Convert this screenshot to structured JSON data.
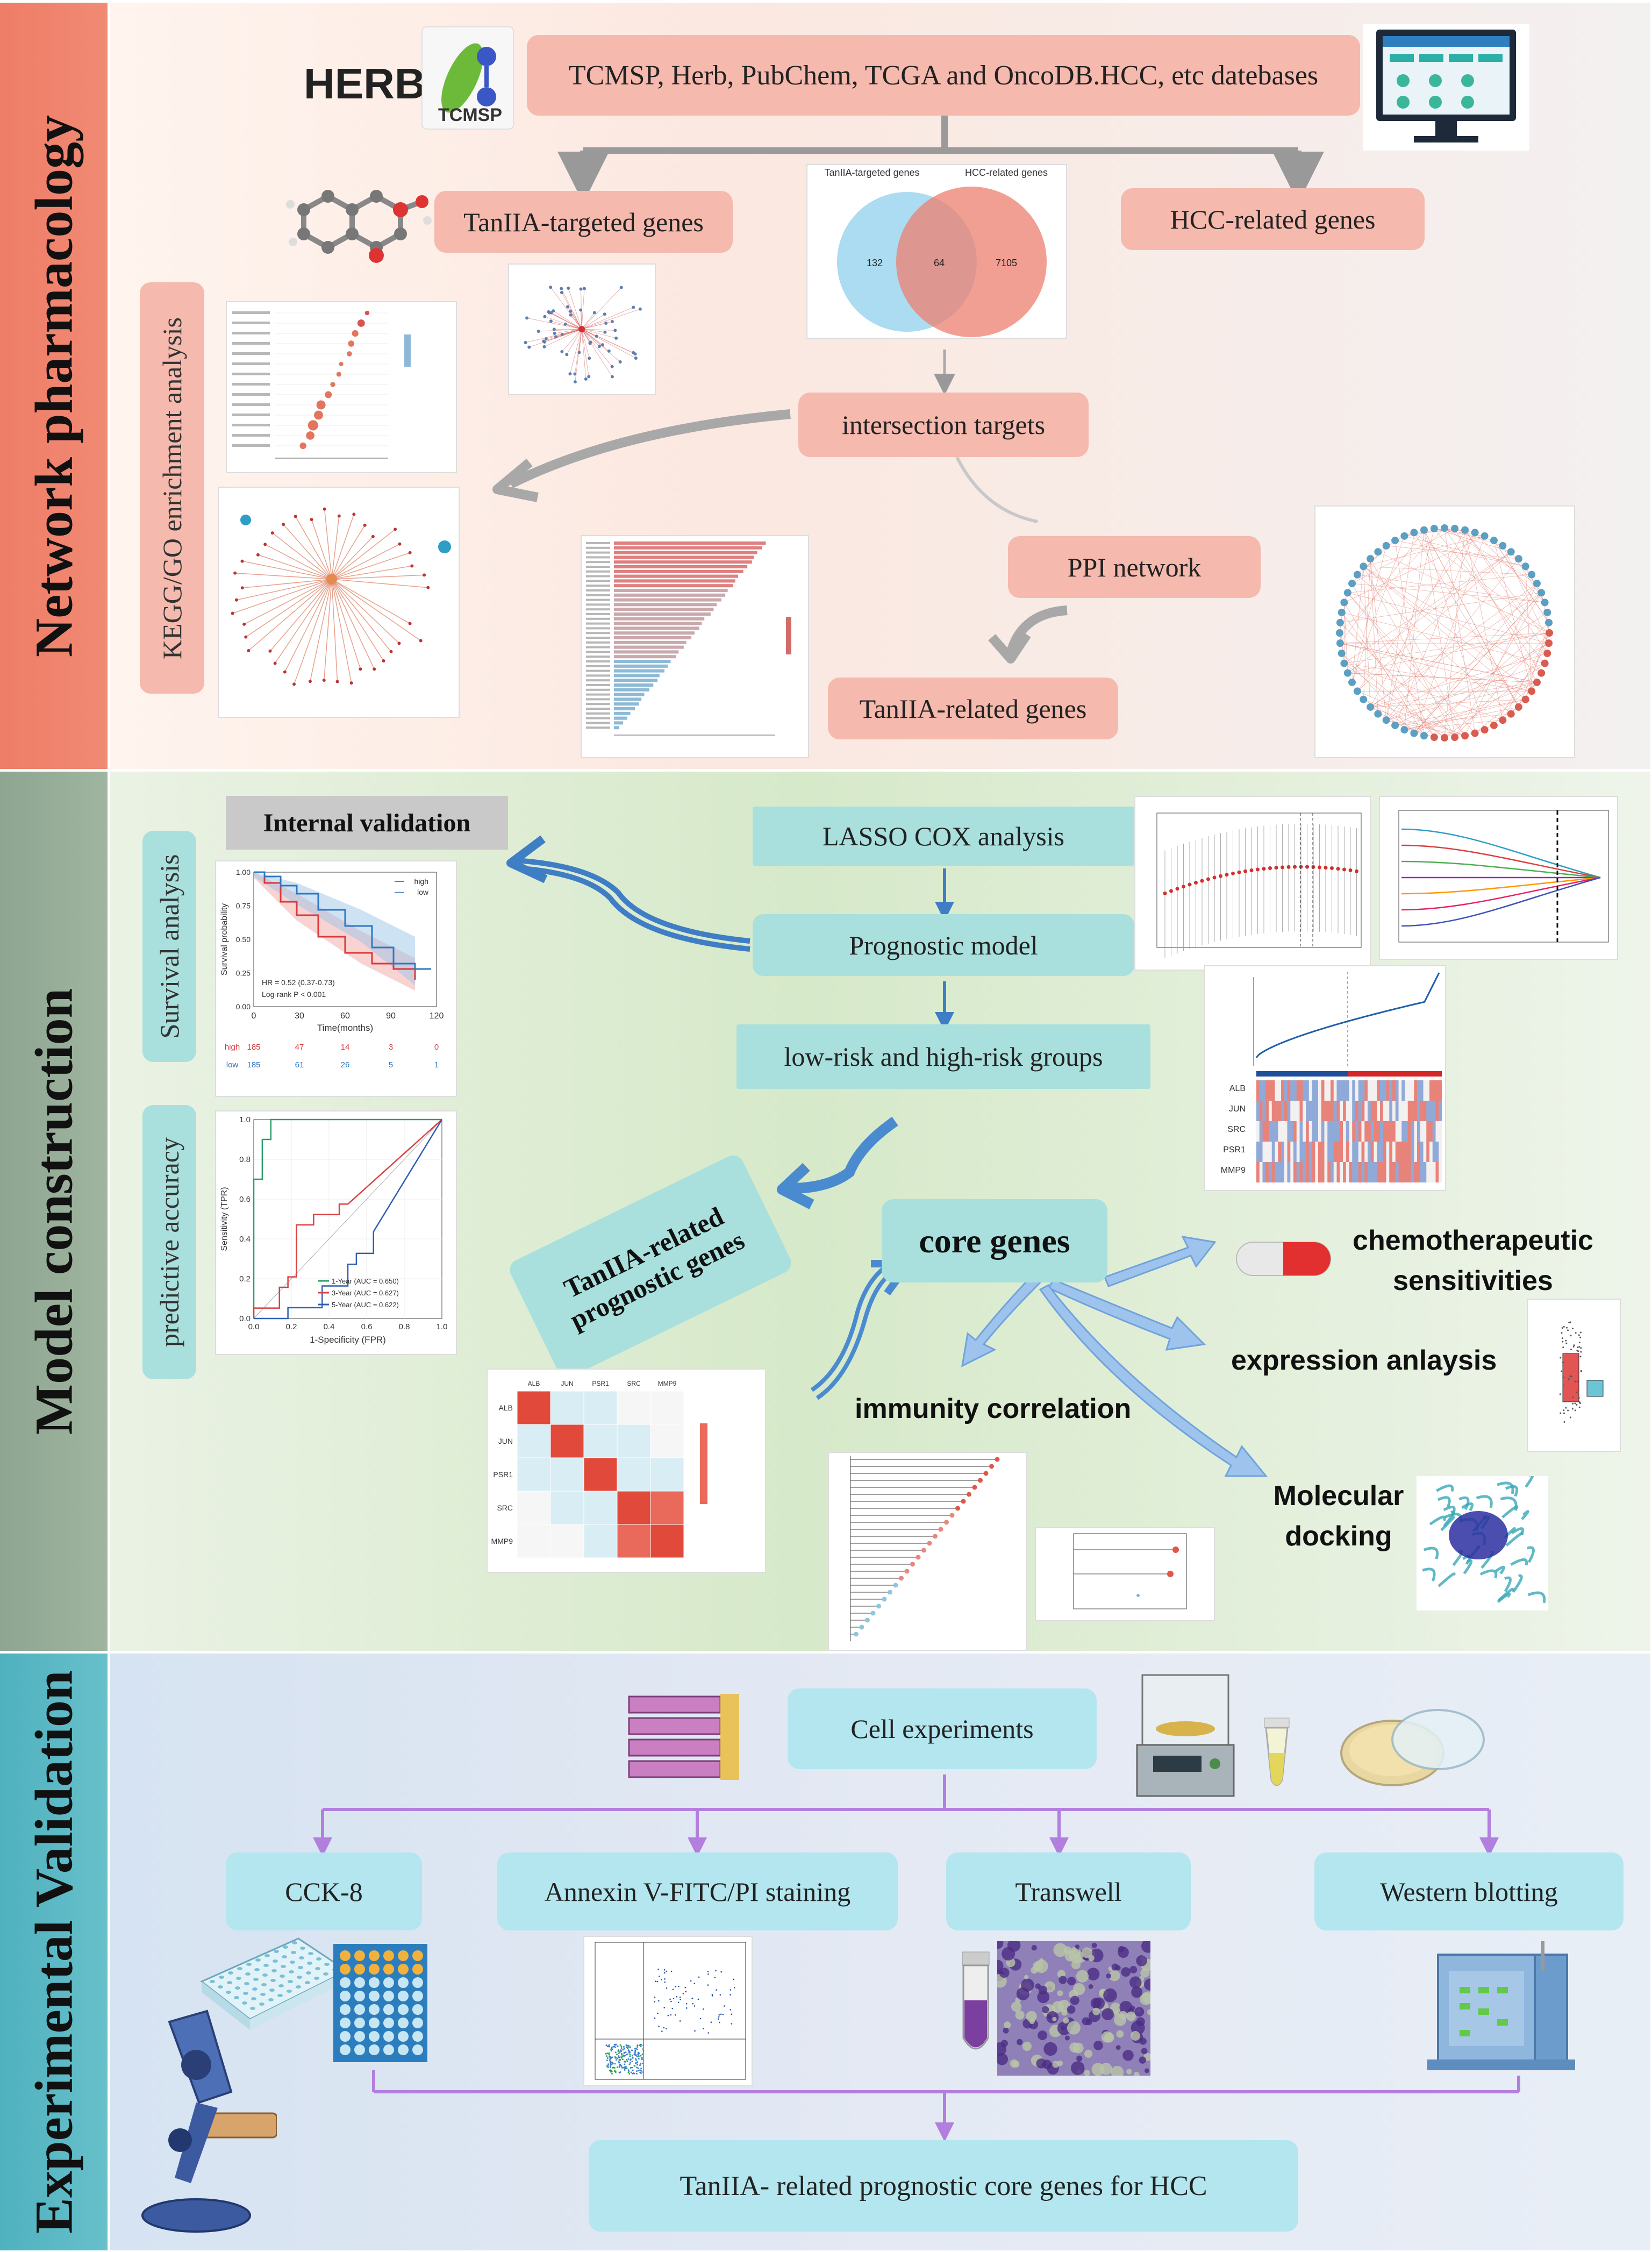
{
  "sections": {
    "network": "Network pharmacology",
    "model": "Model construction",
    "experimental": "Experimental Validation"
  },
  "herb_logo": "HERB",
  "tcmsp_logo": "TCMSP",
  "databases": "TCMSP, Herb, PubChem, TCGA and OncoDB.HCC, etc datebases",
  "tan_genes": "TanIIA-targeted genes",
  "hcc_genes": "HCC-related  genes",
  "venn": {
    "left_title": "TanIIA-targeted genes",
    "right_title": "HCC-related genes",
    "left_count": "132",
    "overlap": "64",
    "right_count": "7105"
  },
  "intersection": "intersection targets",
  "ppi": "PPI network",
  "tan_related": "TanIIA-related genes",
  "kegg_label": "KEGG/GO enrichment analysis",
  "survival_label": "Survival analysis",
  "predictive_label": "predictive accuracy",
  "internal_validation": "Internal validation",
  "lasso": "LASSO COX analysis",
  "prognostic_model": "Prognostic model",
  "risk_groups": "low-risk and high-risk groups",
  "prognostic_genes": "TanIIA-related prognostic genes",
  "core_genes": "core genes",
  "chemo": "chemotherapeutic sensitivities",
  "expression": "expression anlaysis",
  "immunity": "immunity correlation",
  "docking": "Molecular docking",
  "km": {
    "legend_high": "high",
    "legend_low": "low",
    "ylabel": "Survival probability",
    "xlabel": "Time(months)",
    "hr": "HR = 0.52 (0.37-0.73)",
    "logrank": "Log-rank  P < 0.001",
    "x_ticks": [
      "0",
      "30",
      "60",
      "90",
      "120"
    ],
    "y_ticks": [
      "1.00",
      "0.75",
      "0.50",
      "0.25",
      "0.00"
    ],
    "risk_high_label": "high",
    "risk_low_label": "low",
    "risk_high": [
      "185",
      "47",
      "14",
      "3",
      "0"
    ],
    "risk_low": [
      "185",
      "61",
      "26",
      "5",
      "1"
    ]
  },
  "roc": {
    "ylabel": "Sensitivity (TPR)",
    "xlabel": "1-Specificity (FPR)",
    "ticks": [
      "0.0",
      "0.2",
      "0.4",
      "0.6",
      "0.8",
      "1.0"
    ],
    "legend": [
      "1-Year (AUC = 0.650)",
      "3-Year (AUC = 0.627)",
      "5-Year (AUC = 0.622)"
    ]
  },
  "risk_heatmap_genes": [
    "ALB",
    "JUN",
    "SRC",
    "PSR1",
    "MMP9"
  ],
  "corr_genes": [
    "ALB",
    "JUN",
    "PSR1",
    "SRC",
    "MMP9"
  ],
  "cell_experiments": "Cell experiments",
  "cck8": "CCK-8",
  "annexin": "Annexin V-FITC/PI staining",
  "transwell": "Transwell",
  "western": "Western blotting",
  "final": "TanIIA- related prognostic core genes for HCC",
  "colors": {
    "network_side": "#ee7b68",
    "model_side": "#93a997",
    "exp_side": "#58b7c3",
    "pink_box": "#f5b9ae",
    "teal_box": "#a9e0dd",
    "purple_arrow": "#b27fde"
  }
}
